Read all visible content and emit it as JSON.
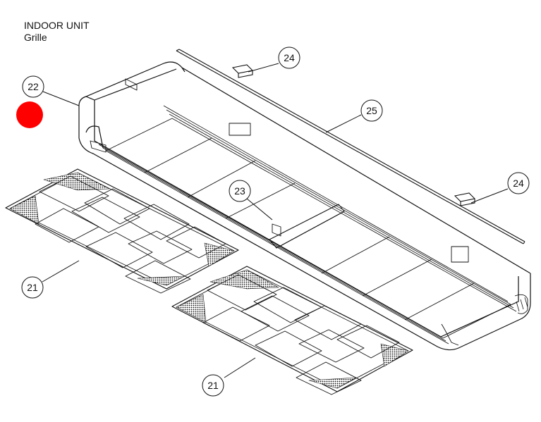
{
  "header": {
    "title": "INDOOR UNIT",
    "subtitle": "Grille"
  },
  "marker_color": "#ff0000",
  "callouts": {
    "c22": "22",
    "c24a": "24",
    "c24b": "24",
    "c25": "25",
    "c23": "23",
    "c21a": "21",
    "c21b": "21"
  }
}
